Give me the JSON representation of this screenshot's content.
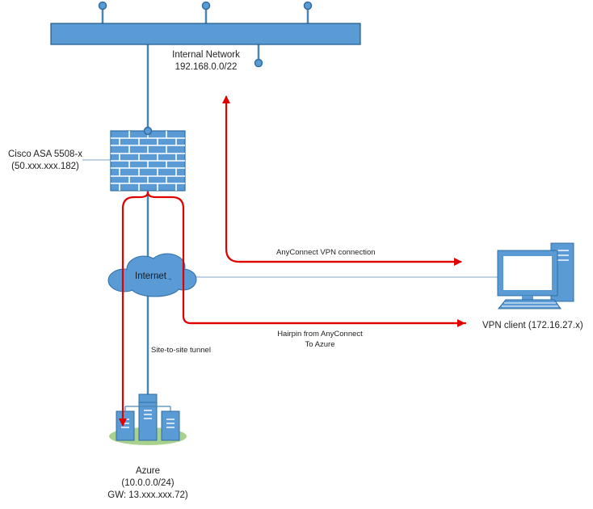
{
  "internal_network": {
    "name": "Internal Network",
    "subnet": "192.168.0.0/22"
  },
  "firewall": {
    "name": "Cisco ASA 5508-x",
    "ip": "(50.xxx.xxx.182)"
  },
  "cloud": {
    "label": "Internet"
  },
  "tunnel": {
    "label": "Site-to-site tunnel"
  },
  "vpn_connection": {
    "label": "AnyConnect VPN connection"
  },
  "hairpin": {
    "line1": "Hairpin from AnyConnect",
    "line2": "To Azure"
  },
  "vpn_client": {
    "label": "VPN client (172.16.27.x)"
  },
  "azure": {
    "name": "Azure",
    "subnet": "(10.0.0.0/24)",
    "gateway": "GW: 13.xxx.xxx.72)"
  },
  "colors": {
    "device_blue": "#5b9bd5",
    "device_outline": "#2e6da4",
    "link": "#4a86b4",
    "traffic": "#e00000",
    "base_green": "#a9d18e"
  }
}
